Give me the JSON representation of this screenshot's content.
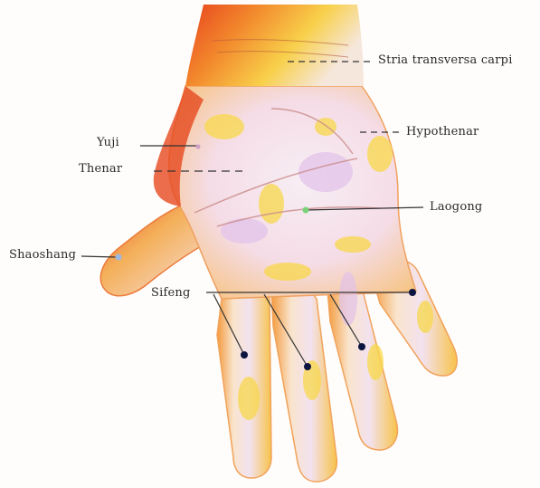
{
  "labels": {
    "stria": "Stria transversa carpi",
    "hypothenar": "Hypothenar",
    "yuji": "Yuji",
    "thenar": "Thenar",
    "laogong": "Laogong",
    "shaoshang": "Shaoshang",
    "sifeng": "Sifeng"
  },
  "colors": {
    "skin_base": "#fde7df",
    "skin_yellow": "#f8d84a",
    "skin_orange": "#f08a2a",
    "skin_red": "#e2452a",
    "skin_lilac": "#e6c8ec",
    "point_dark": "#0d1440",
    "point_green": "#7ad27a",
    "leader_line": "#333333"
  }
}
